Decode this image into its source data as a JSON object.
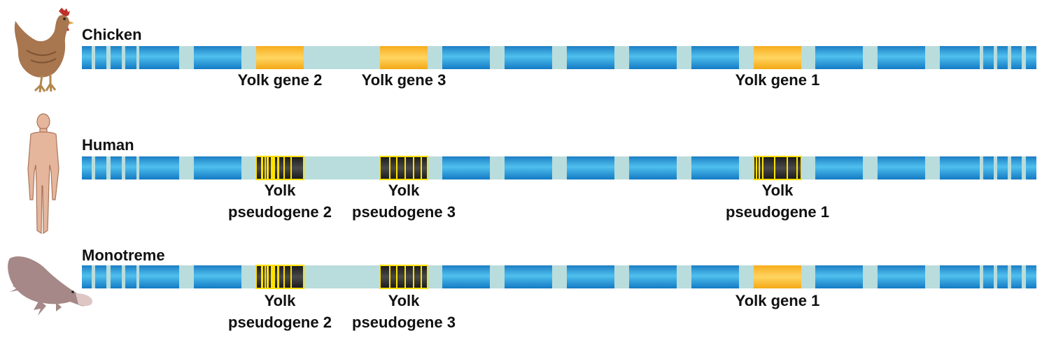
{
  "colors": {
    "chromosome_blue": "#1e8fd3",
    "chromosome_light": "#b9dcdc",
    "gene_active": "#ffc12b",
    "gene_pseudo": "#222222",
    "pseudo_stripe": "#ffe100",
    "chicken": "#a87650",
    "human": "#e5b59c",
    "monotreme": "#a58887"
  },
  "icons": [
    "chicken-icon",
    "human-icon",
    "platypus-icon"
  ],
  "rows": [
    {
      "id": "chicken",
      "title": "Chicken",
      "genes": [
        {
          "kind": "active",
          "label_lines": [
            "Yolk gene 2"
          ]
        },
        {
          "kind": "active",
          "label_lines": [
            "Yolk gene 3"
          ]
        },
        {
          "kind": "active",
          "label_lines": [
            "Yolk gene 1"
          ]
        }
      ]
    },
    {
      "id": "human",
      "title": "Human",
      "genes": [
        {
          "kind": "pseudo",
          "label_lines": [
            "Yolk",
            "pseudogene 2"
          ]
        },
        {
          "kind": "pseudo",
          "label_lines": [
            "Yolk",
            "pseudogene 3"
          ]
        },
        {
          "kind": "pseudo",
          "label_lines": [
            "Yolk",
            "pseudogene 1"
          ]
        }
      ]
    },
    {
      "id": "monotreme",
      "title": "Monotreme",
      "genes": [
        {
          "kind": "pseudo",
          "label_lines": [
            "Yolk",
            "pseudogene 2"
          ]
        },
        {
          "kind": "pseudo",
          "label_lines": [
            "Yolk",
            "pseudogene 3"
          ]
        },
        {
          "kind": "active",
          "label_lines": [
            "Yolk gene 1"
          ]
        }
      ]
    }
  ]
}
